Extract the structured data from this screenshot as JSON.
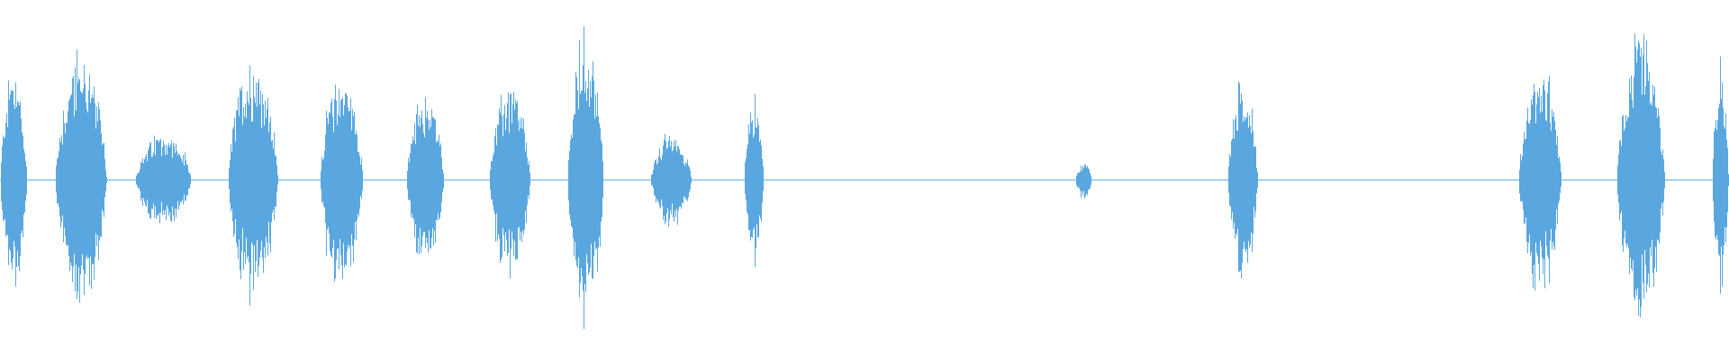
{
  "waveform": {
    "color": "#5aa7e0",
    "background": "#ffffff",
    "baseline_amplitude": 0.004,
    "segments": [
      {
        "start": 0.0,
        "end": 0.016,
        "amplitude": 0.6
      },
      {
        "start": 0.032,
        "end": 0.063,
        "amplitude": 0.68
      },
      {
        "start": 0.078,
        "end": 0.112,
        "amplitude": 0.25
      },
      {
        "start": 0.132,
        "end": 0.162,
        "amplitude": 0.66
      },
      {
        "start": 0.185,
        "end": 0.211,
        "amplitude": 0.58
      },
      {
        "start": 0.235,
        "end": 0.258,
        "amplitude": 0.46
      },
      {
        "start": 0.283,
        "end": 0.308,
        "amplitude": 0.5
      },
      {
        "start": 0.328,
        "end": 0.35,
        "amplitude": 0.78
      },
      {
        "start": 0.376,
        "end": 0.401,
        "amplitude": 0.25
      },
      {
        "start": 0.43,
        "end": 0.442,
        "amplitude": 0.45
      },
      {
        "start": 0.622,
        "end": 0.632,
        "amplitude": 0.1
      },
      {
        "start": 0.71,
        "end": 0.728,
        "amplitude": 0.54
      },
      {
        "start": 0.878,
        "end": 0.904,
        "amplitude": 0.58
      },
      {
        "start": 0.935,
        "end": 0.964,
        "amplitude": 0.76
      },
      {
        "start": 0.99,
        "end": 1.0,
        "amplitude": 0.6
      }
    ]
  }
}
